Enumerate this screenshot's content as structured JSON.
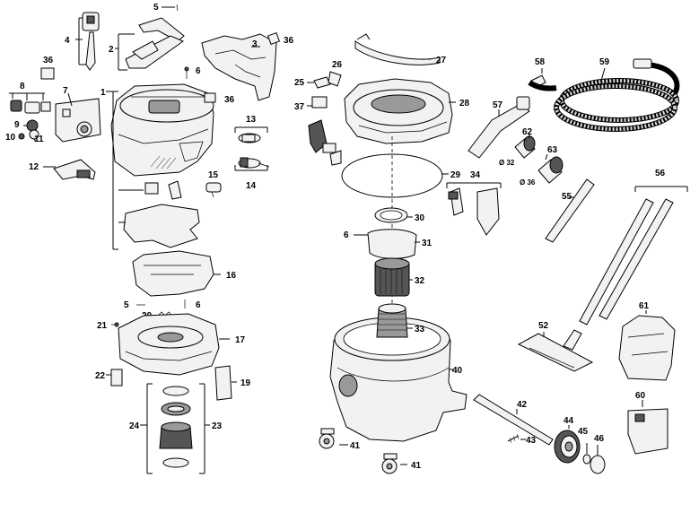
{
  "diagram": {
    "callouts": {
      "c1": "1",
      "c2": "2",
      "c3": "3",
      "c4": "4",
      "c5a": "5",
      "c5b": "5",
      "c6a": "6",
      "c6b": "6",
      "c6c": "6",
      "c7": "7",
      "c8": "8",
      "c9": "9",
      "c10": "10",
      "c11": "11",
      "c12": "12",
      "c13": "13",
      "c14": "14",
      "c15": "15",
      "c16": "16",
      "c17": "17",
      "c19": "19",
      "c20": "20",
      "c21": "21",
      "c22": "22",
      "c23": "23",
      "c24": "24",
      "c25": "25",
      "c26": "26",
      "c27": "27",
      "c28": "28",
      "c29": "29",
      "c30": "30",
      "c31": "31",
      "c32": "32",
      "c33": "33",
      "c34": "34",
      "c36a": "36",
      "c36b": "36",
      "c36c": "36",
      "c37": "37",
      "c40": "40",
      "c41a": "41",
      "c41b": "41",
      "c42": "42",
      "c43": "43",
      "c44": "44",
      "c45": "45",
      "c46": "46",
      "c52": "52",
      "c55": "55",
      "c56": "56",
      "c57": "57",
      "c58": "58",
      "c59": "59",
      "c60": "60",
      "c61": "61",
      "c62": "62",
      "c63": "63"
    },
    "diameters": {
      "d32": "Ø 32",
      "d36": "Ø 36"
    }
  }
}
